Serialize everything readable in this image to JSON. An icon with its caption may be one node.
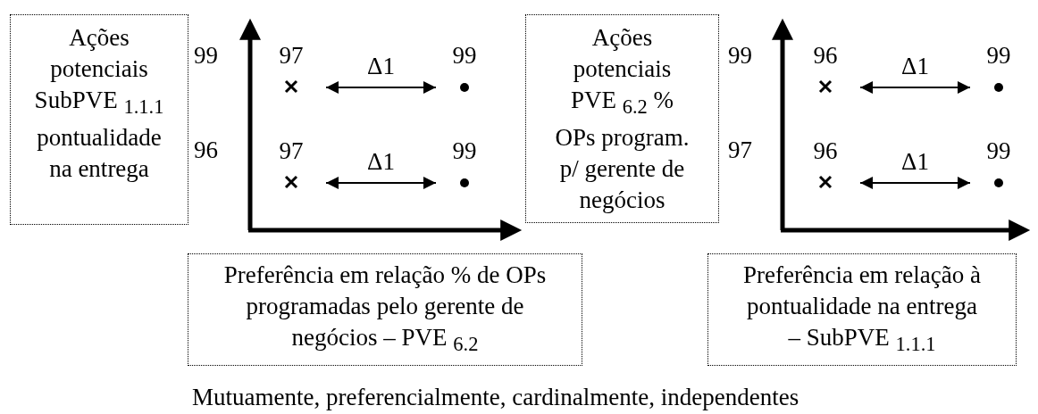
{
  "diagram": {
    "caption": "Mutuamente, preferencialmente, cardinalmente, independentes",
    "nodes": [
      {
        "text": [
          "Ações potenciais SubPVE $_{1.1.1}$ pontualidade na entrega"
        ]
      },
      {
        "text": [
          "Ações potenciais PVE $_{6.2}$ % OPs program. p/ gerente de negócios"
        ]
      },
      {
        "text": [
          "Preferência em relação % de OPs programadas pelo gerente de negócios – PVE $_{6.2}$"
        ]
      },
      {
        "text": [
          "Preferência em relação à pontualidade na entrega – SubPVE $_{1.1.1}$"
        ]
      },
      {
        "text": [],
        "shape": "cross",
        "beside": [
          "97"
        ]
      },
      {
        "text": [],
        "shape": "dot",
        "beside": [
          "99"
        ]
      },
      {
        "text": [],
        "shape": "cross",
        "beside": [
          "97"
        ]
      },
      {
        "text": [],
        "shape": "dot",
        "beside": [
          "99"
        ]
      },
      {
        "text": [],
        "shape": "cross",
        "beside": [
          "96"
        ]
      },
      {
        "text": [],
        "shape": "dot",
        "beside": [
          "99"
        ]
      },
      {
        "text": [],
        "shape": "cross",
        "beside": [
          "96"
        ]
      },
      {
        "text": [],
        "shape": "dot",
        "beside": [
          "99"
        ]
      }
    ],
    "edges": [
      {
        "from": 4,
        "to": 5,
        "arrow": "both",
        "label": "Δ1"
      },
      {
        "from": 6,
        "to": 7,
        "arrow": "both",
        "label": "Δ1"
      },
      {
        "from": 8,
        "to": 9,
        "arrow": "both",
        "label": "Δ1"
      },
      {
        "from": 10,
        "to": 11,
        "arrow": "both",
        "label": "Δ1"
      }
    ],
    "labels": [
      "99",
      "96",
      "99",
      "97"
    ]
  }
}
